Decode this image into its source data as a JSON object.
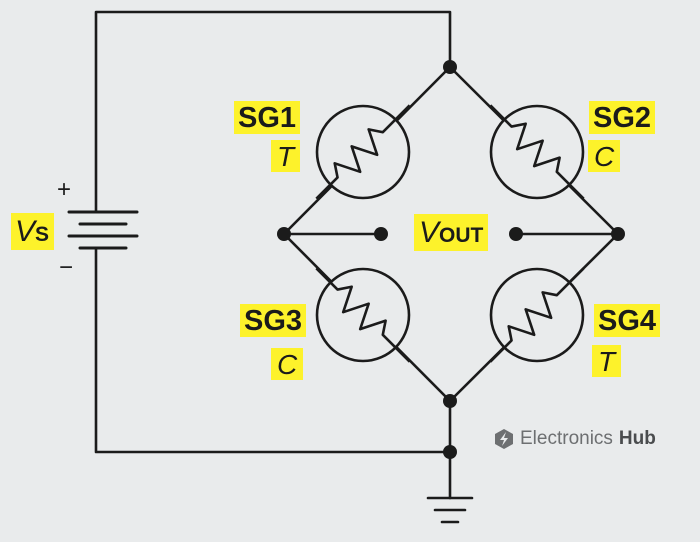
{
  "labels": {
    "sg1": {
      "name": "SG1",
      "type": "T"
    },
    "sg2": {
      "name": "SG2",
      "type": "C"
    },
    "sg3": {
      "name": "SG3",
      "type": "C"
    },
    "sg4": {
      "name": "SG4",
      "type": "T"
    },
    "vs": {
      "main": "V",
      "sub": "S"
    },
    "vout": {
      "main": "V",
      "sub": "OUT"
    },
    "plus": "+",
    "minus": "−"
  },
  "brand": {
    "name": "Electronics",
    "bold": "Hub",
    "icon": "electronics-hub-logo-icon"
  },
  "colors": {
    "wire": "#1b1b1b",
    "highlight": "#fdf22b",
    "gauge_fill": "#e9ebec",
    "background": "#e9ebec",
    "brand_text": "#6d6f71"
  }
}
